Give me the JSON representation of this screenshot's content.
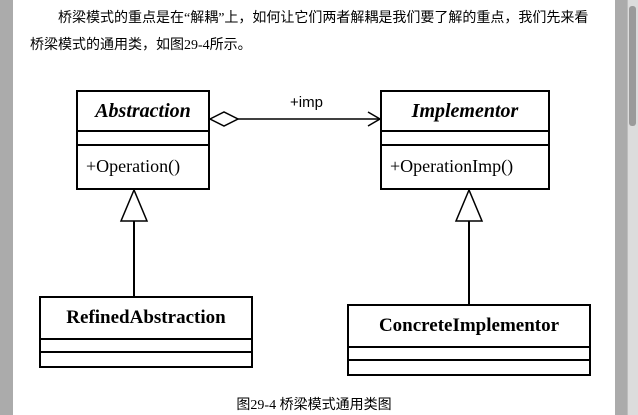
{
  "paragraph": {
    "line1": "桥梁模式的重点是在“解耦”上，如何让它们两者解耦是我们要了解的重点，我们先来看",
    "line2": "桥梁模式的通用类，如图29-4所示。"
  },
  "diagram": {
    "abstraction": {
      "name": "Abstraction",
      "operation": "+Operation()"
    },
    "implementor": {
      "name": "Implementor",
      "operation": "+OperationImp()"
    },
    "refined": {
      "name": "RefinedAbstraction"
    },
    "concrete": {
      "name": "ConcreteImplementor"
    },
    "association_label": "+imp"
  },
  "caption": "图29-4 桥梁模式通用类图"
}
